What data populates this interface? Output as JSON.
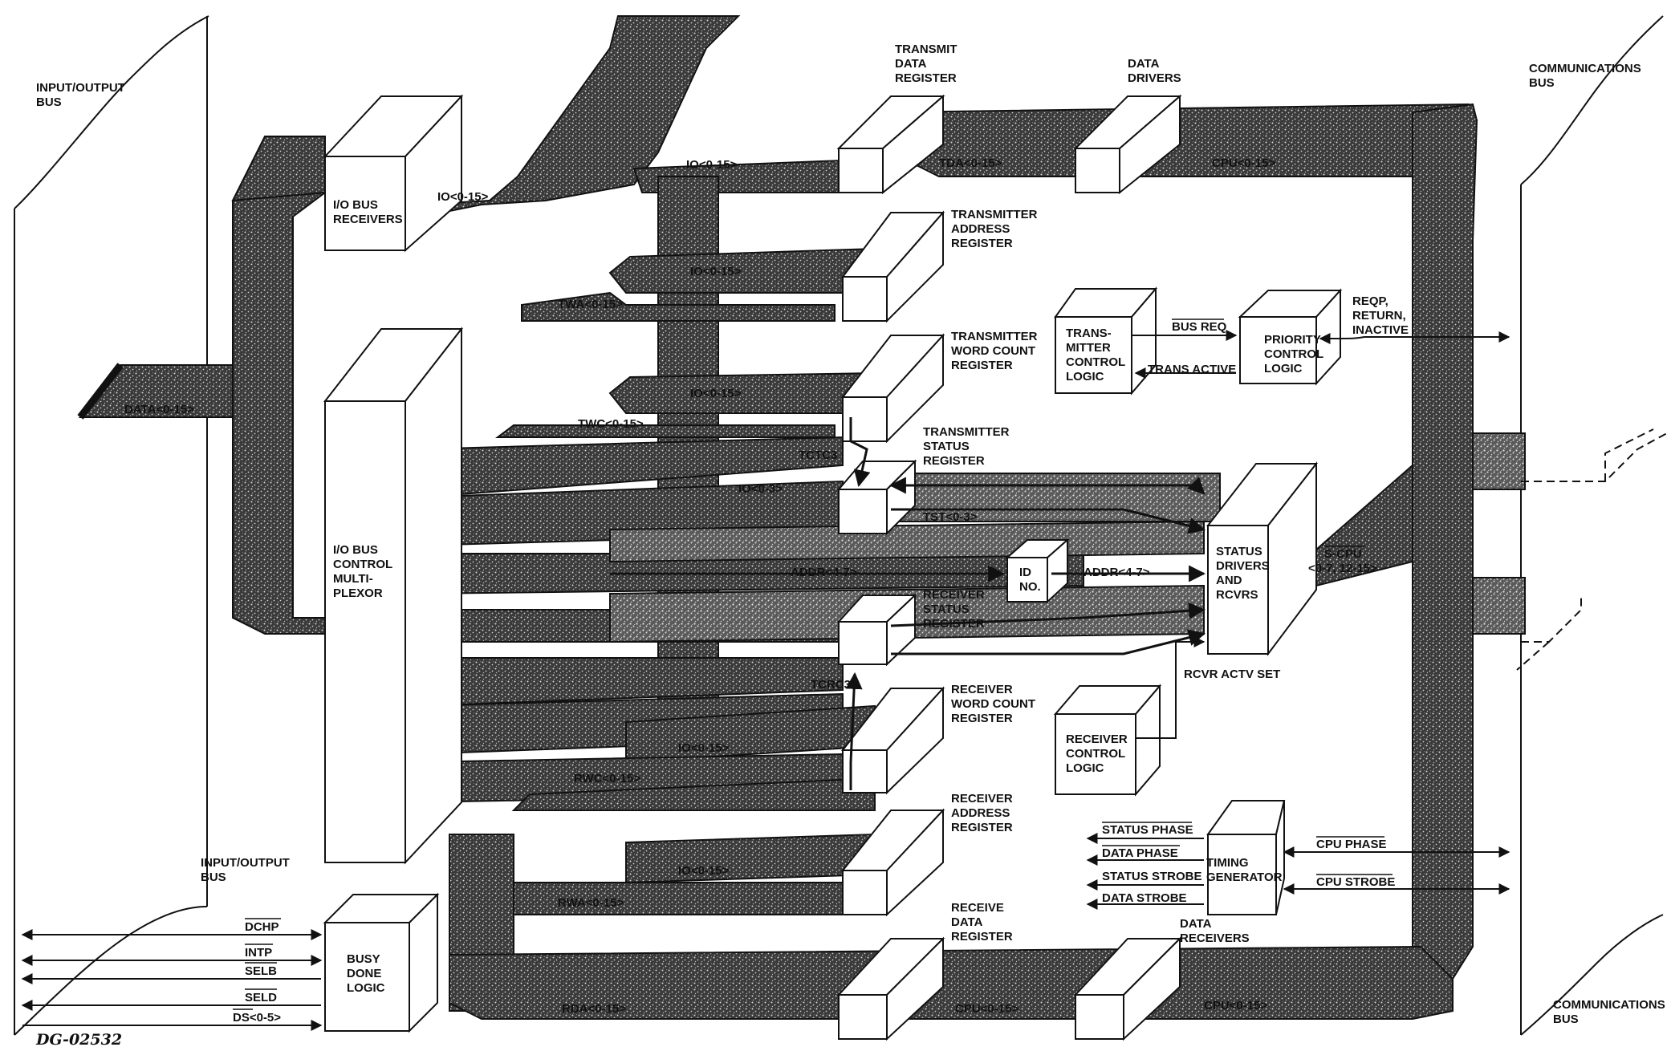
{
  "diagram_id": "DG-02532",
  "buses": {
    "io_bus_top": "INPUT/OUTPUT\nBUS",
    "io_bus_bottom": "INPUT/OUTPUT\nBUS",
    "comm_bus_top": "COMMUNICATIONS\nBUS",
    "comm_bus_bottom": "COMMUNICATIONS\nBUS"
  },
  "blocks": {
    "io_bus_receivers": "I/O BUS\nRECEIVERS",
    "io_bus_control_mux": "I/O BUS\nCONTROL\nMULTI-\nPLEXOR",
    "busy_done_logic": "BUSY\nDONE\nLOGIC",
    "transmit_data_register": "TRANSMIT\nDATA\nREGISTER",
    "data_drivers": "DATA\nDRIVERS",
    "transmitter_address_register": "TRANSMITTER\nADDRESS\nREGISTER",
    "transmitter_word_count_register": "TRANSMITTER\nWORD COUNT\nREGISTER",
    "transmitter_status_register": "TRANSMITTER\nSTATUS\nREGISTER",
    "receiver_status_register": "RECEIVER\nSTATUS\nREGISTER",
    "receiver_word_count_register": "RECEIVER\nWORD COUNT\nREGISTER",
    "receiver_address_register": "RECEIVER\nADDRESS\nREGISTER",
    "receive_data_register": "RECEIVE\nDATA\nREGISTER",
    "data_receivers": "DATA\nRECEIVERS",
    "transmitter_control_logic": "TRANS-\nMITTER\nCONTROL\nLOGIC",
    "priority_control_logic": "PRIORITY\nCONTROL\nLOGIC",
    "id_no": "ID\nNO.",
    "status_drivers_rcvrs": "STATUS\nDRIVERS\nAND\nRCVRS",
    "receiver_control_logic": "RECEIVER\nCONTROL\nLOGIC",
    "timing_generator": "TIMING\nGENERATOR"
  },
  "signals": {
    "data_0_15": "DATA<0-15>",
    "io_0_15_receivers": "IO<0-15>",
    "io_0_15_tdr": "IO<0-15>",
    "tda_0_15": "TDA<0-15>",
    "cpu_0_15_top": "CPU<0-15>",
    "io_0_15_tar": "IO<0-15>",
    "twa_0_15": "TWA<0-15>",
    "io_0_15_twc": "IO<0-15>",
    "twc_0_15": "TWC<0-15>",
    "tctc3": "TCTC3",
    "io_0_3": "IO<0-3>",
    "tst_0_3": "TST<0-3>",
    "addr_4_7_left": "ADDR<4-7>",
    "addr_4_7_right": "ADDR<4-7>",
    "s_cpu": "S-CPU\n<0-7, 12-15>",
    "tcrc3": "TCRC3",
    "io_0_15_rwc": "IO<0-15>",
    "rwc_0_15": "RWC<0-15>",
    "io_0_15_rar": "IO<0-15>",
    "rwa_0_15": "RWA<0-15>",
    "rda_0_15": "RDA<0-15>",
    "cpu_0_15_bottom_left": "CPU<0-15>",
    "cpu_0_15_bottom_right": "CPU<0-15>",
    "bus_req": "BUS REQ",
    "trans_active": "TRANS ACTIVE",
    "reqp": "REQP,\nRETURN,\nINACTIVE",
    "rcvr_actv_set": "RCVR ACTV SET",
    "status_phase": "STATUS PHASE",
    "data_phase": "DATA PHASE",
    "status_strobe": "STATUS STROBE",
    "data_strobe": "DATA STROBE",
    "cpu_phase": "CPU PHASE",
    "cpu_strobe": "CPU STROBE",
    "dchp": "DCHP",
    "intp": "INTP",
    "selb": "SELB",
    "seld": "SELD",
    "ds_0_5": "DS<0-5>"
  }
}
